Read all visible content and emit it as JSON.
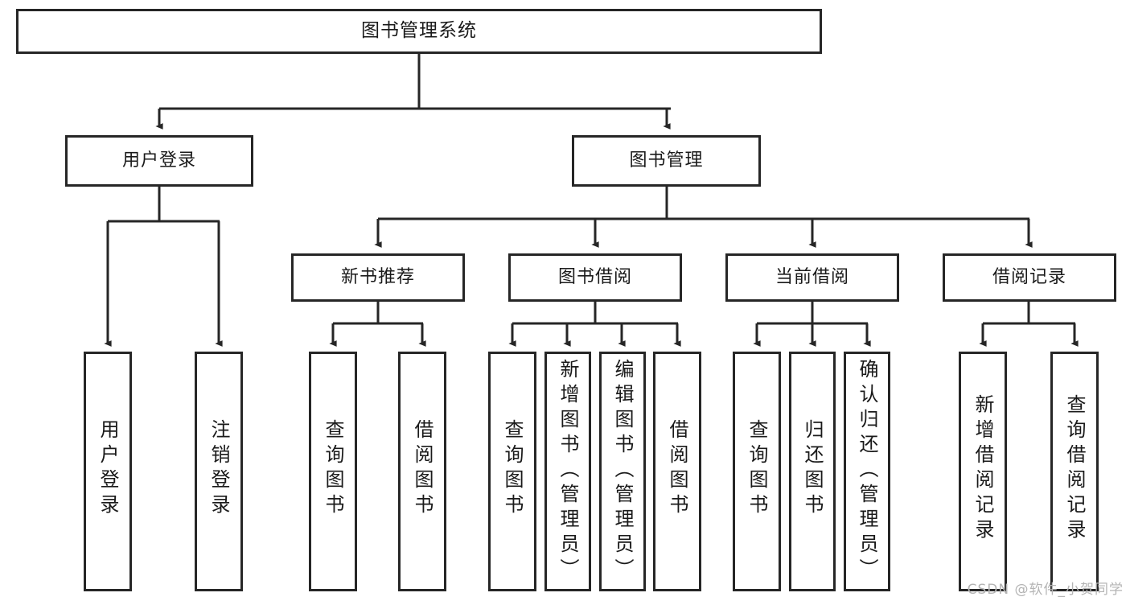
{
  "diagram": {
    "title": "图书管理系统",
    "type": "tree",
    "orientation": "top-down",
    "colors": {
      "box_border": "#262626",
      "box_fill": "#ffffff",
      "connector": "#262626",
      "text": "#1a1a1a",
      "watermark": "#b4b4b4",
      "background": "#ffffff"
    },
    "levels": [
      {
        "level": 1,
        "nodes": [
          {
            "id": "root",
            "label": "图书管理系统",
            "text_direction": "horizontal"
          }
        ]
      },
      {
        "level": 2,
        "nodes": [
          {
            "id": "user-login",
            "label": "用户登录",
            "parent": "root",
            "text_direction": "horizontal"
          },
          {
            "id": "book-manage",
            "label": "图书管理",
            "parent": "root",
            "text_direction": "horizontal"
          }
        ]
      },
      {
        "level": 3,
        "nodes": [
          {
            "id": "new-book-rec",
            "label": "新书推荐",
            "parent": "book-manage",
            "text_direction": "horizontal"
          },
          {
            "id": "book-borrow",
            "label": "图书借阅",
            "parent": "book-manage",
            "text_direction": "horizontal"
          },
          {
            "id": "current-borrow",
            "label": "当前借阅",
            "parent": "book-manage",
            "text_direction": "horizontal"
          },
          {
            "id": "borrow-record",
            "label": "借阅记录",
            "parent": "book-manage",
            "text_direction": "horizontal"
          }
        ]
      },
      {
        "level": 4,
        "nodes": [
          {
            "id": "leaf-user-login",
            "label": "用户登录",
            "parent": "user-login",
            "text_direction": "vertical"
          },
          {
            "id": "leaf-user-logout",
            "label": "注销登录",
            "parent": "user-login",
            "text_direction": "vertical"
          },
          {
            "id": "leaf-query-book-1",
            "label": "查询图书",
            "parent": "new-book-rec",
            "text_direction": "vertical"
          },
          {
            "id": "leaf-borrow-book-1",
            "label": "借阅图书",
            "parent": "new-book-rec",
            "text_direction": "vertical"
          },
          {
            "id": "leaf-query-book-2",
            "label": "查询图书",
            "parent": "book-borrow",
            "text_direction": "vertical"
          },
          {
            "id": "leaf-add-book",
            "label": "新增图书（管理员）",
            "parent": "book-borrow",
            "text_direction": "vertical"
          },
          {
            "id": "leaf-edit-book",
            "label": "编辑图书（管理员）",
            "parent": "book-borrow",
            "text_direction": "vertical"
          },
          {
            "id": "leaf-borrow-book-2",
            "label": "借阅图书",
            "parent": "book-borrow",
            "text_direction": "vertical"
          },
          {
            "id": "leaf-query-book-3",
            "label": "查询图书",
            "parent": "current-borrow",
            "text_direction": "vertical"
          },
          {
            "id": "leaf-return-book",
            "label": "归还图书",
            "parent": "current-borrow",
            "text_direction": "vertical"
          },
          {
            "id": "leaf-confirm-return",
            "label": "确认归还（管理员）",
            "parent": "current-borrow",
            "text_direction": "vertical"
          },
          {
            "id": "leaf-add-record",
            "label": "新增借阅记录",
            "parent": "borrow-record",
            "text_direction": "vertical"
          },
          {
            "id": "leaf-query-record",
            "label": "查询借阅记录",
            "parent": "borrow-record",
            "text_direction": "vertical"
          }
        ]
      }
    ]
  },
  "watermark": {
    "text": "CSDN @软件_小贺同学"
  }
}
